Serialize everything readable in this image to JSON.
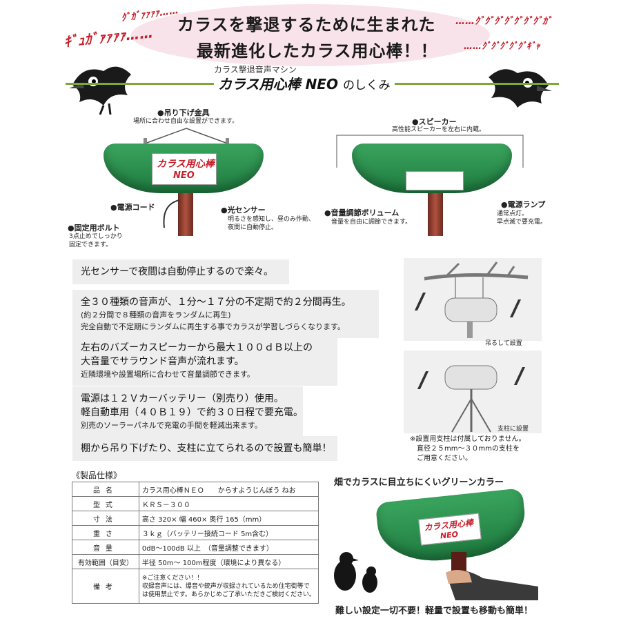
{
  "header": {
    "line1": "カラスを撃退するために生まれた",
    "line2": "最新進化したカラス用心棒！！",
    "crow_left_text1": "ｸﾞｶﾞｧｧｧｧ……",
    "crow_left_text2": "ｷﾞｭｶﾞｧｧｧｧ……",
    "crow_right_text1": "……ｸﾞｸﾞｸﾞｸﾞｸﾞｸﾞｸﾞｶﾞ",
    "crow_right_text2": "……ｸﾞｸﾞｸﾞｸﾞｸﾞｷﾞｬ"
  },
  "subtitle": {
    "small": "カラス撃退音声マシン",
    "big": "カラス用心棒 NEO",
    "suffix": "のしくみ"
  },
  "device": {
    "plate_text": "カラス用心棒",
    "plate_neo": "NEO"
  },
  "callouts": {
    "hanger_title": "●吊り下げ金具",
    "hanger_text": "場所に合わせ自由な設置ができます。",
    "power_cord": "●電源コード",
    "light_sensor_title": "●光センサー",
    "light_sensor_text1": "明るさを感知し、昼のみ作動、",
    "light_sensor_text2": "夜間に自動停止。",
    "bolt_title": "●固定用ボルト",
    "bolt_text1": "3点止めでしっかり",
    "bolt_text2": "固定できます。",
    "speaker_title": "●スピーカー",
    "speaker_text": "高性能スピーカーを左右に内蔵。",
    "volume_title": "●音量調節ボリューム",
    "volume_text": "音量を自由に調節できます。",
    "lamp_title": "●電源ランプ",
    "lamp_text1": "通常点灯。",
    "lamp_text2": "早点滅で要充電。"
  },
  "features": [
    {
      "l1": "光センサーで夜間は自動停止するので楽々。"
    },
    {
      "l1": "全３０種類の音声が、１分～１７分の不定期で約２分間再生。",
      "l2": "(約２分間で８種類の音声をランダムに再生)",
      "l3": "完全自動で不定期にランダムに再生する事でカラスが学習しづらくなります。"
    },
    {
      "l1": "左右のバズーカスピーカーから最大１００ｄＢ以上の",
      "l1b": "大音量でサラウンド音声が流れます。",
      "l2": "近隣環境や設置場所に合わせて音量調節できます。"
    },
    {
      "l1": "電源は１２Ｖカーバッテリー（別売り）使用。",
      "l1b": "軽自動車用（４０Ｂ１９）で約３０日程で要充電。",
      "l2": "別売のソーラーパネルで充電の手間を軽減出来ます。"
    },
    {
      "l1": "棚から吊り下げたり、支柱に立てられるので設置も簡単！"
    }
  ],
  "install": {
    "hang_caption": "吊るして設置",
    "pole_caption": "支柱に設置",
    "note1": "※設置用支柱は付属しておりません。",
    "note2": "直径２５mm～３０mmの支柱を",
    "note3": "ご用意ください。"
  },
  "spec": {
    "title": "《製品仕様》",
    "rows": [
      {
        "k": "品名",
        "v": "カラス用心棒ＮＥＯ　　からすようじんぼう ねお"
      },
      {
        "k": "型式",
        "v": "ＫＲＳ－３００"
      },
      {
        "k": "寸法",
        "v": "高さ 320× 幅 460× 奥行 165（mm）"
      },
      {
        "k": "重さ",
        "v": "３ｋｇ（バッテリー接続コード 5m含む）"
      },
      {
        "k": "音量",
        "v": "0dB～100dB 以上　（音量調整できます）"
      },
      {
        "k": "有効範囲（目安）",
        "v": "半径 50m～ 100m程度（環境により異なる）"
      }
    ],
    "remarks_key": "備考",
    "remarks1": "※ご注意ください！！",
    "remarks2": "収録音声には、爆音や銃声が収録されているため住宅街等で",
    "remarks3": "は使用禁止です。あらかじめご了承いただきご検討ください。"
  },
  "green_section": {
    "heading": "畑でカラスに目立ちにくいグリーンカラー",
    "footer": "難しい設定一切不要！軽量で設置も移動も簡単！"
  },
  "colors": {
    "accent_green": "#7da63b",
    "device_green": "#2e8f4f",
    "header_pink": "#f9e3ea",
    "onomatopoeia_red": "#c8202c"
  }
}
